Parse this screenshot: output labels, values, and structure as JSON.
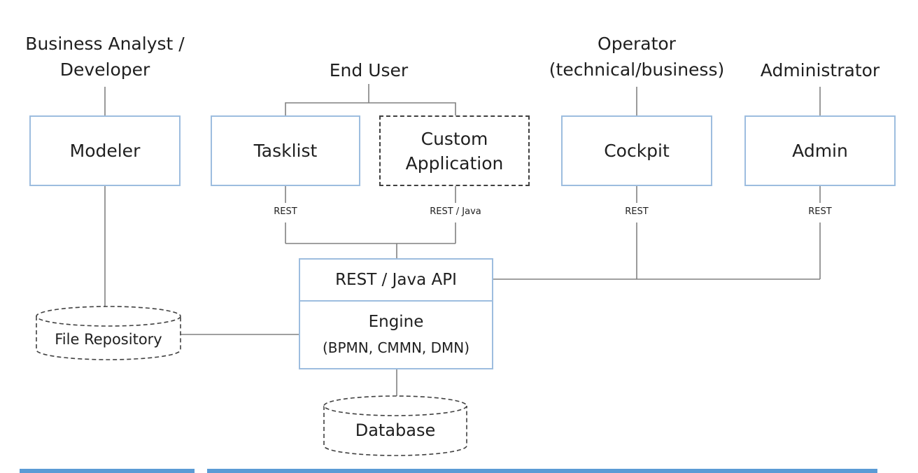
{
  "actors": {
    "analyst": "Business Analyst /\nDeveloper",
    "end_user": "End User",
    "operator": "Operator\n(technical/business)",
    "administrator": "Administrator"
  },
  "components": {
    "modeler": "Modeler",
    "tasklist": "Tasklist",
    "custom_app": "Custom\nApplication",
    "cockpit": "Cockpit",
    "admin": "Admin"
  },
  "protocols": {
    "tasklist": "REST",
    "custom_app": "REST / Java",
    "cockpit": "REST",
    "admin": "REST"
  },
  "api": {
    "title": "REST / Java API",
    "engine": "Engine",
    "engine_sub": "(BPMN, CMMN, DMN)"
  },
  "stores": {
    "file_repository": "File Repository",
    "database": "Database"
  },
  "colors": {
    "box_border": "#9dbddf",
    "line": "#808080",
    "dashed": "#404040",
    "bottom_bar": "#5b9bd5"
  }
}
